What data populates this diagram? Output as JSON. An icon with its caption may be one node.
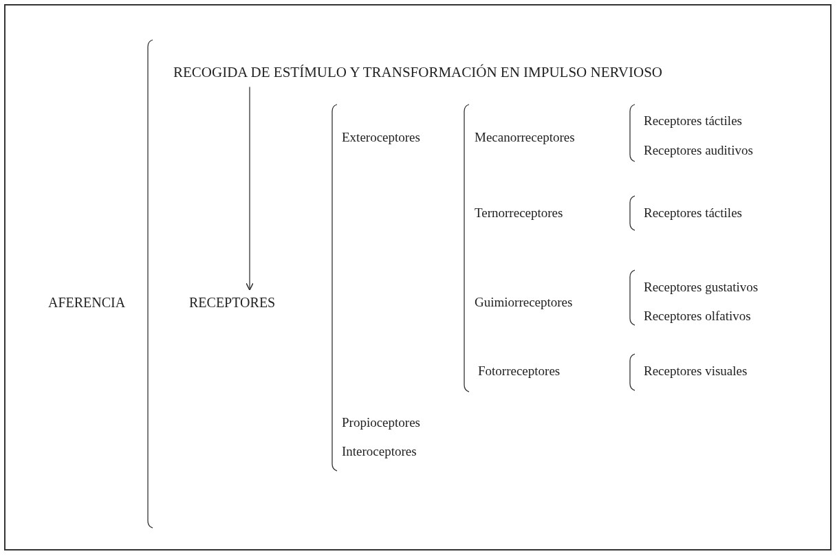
{
  "diagram": {
    "nodes": [
      {
        "text": [
          "RECOGIDA DE ESTÍMULO Y TRANSFORMACIÓN EN IMPULSO NERVIOSO"
        ]
      },
      {
        "text": [
          "RECEPTORES"
        ]
      }
    ],
    "edges": [
      {
        "from": 0,
        "to": 1,
        "arrow": "to"
      }
    ],
    "labels": [
      "AFERENCIA",
      "Exteroceptores",
      "Mecanorreceptores",
      "Receptores táctiles",
      "Receptores auditivos",
      "Ternorreceptores",
      "Receptores táctiles",
      "Guimiorreceptores",
      "Receptores gustativos",
      "Receptores olfativos",
      "Fotorreceptores",
      "Receptores visuales",
      "Propioceptores",
      "Interoceptores"
    ]
  }
}
